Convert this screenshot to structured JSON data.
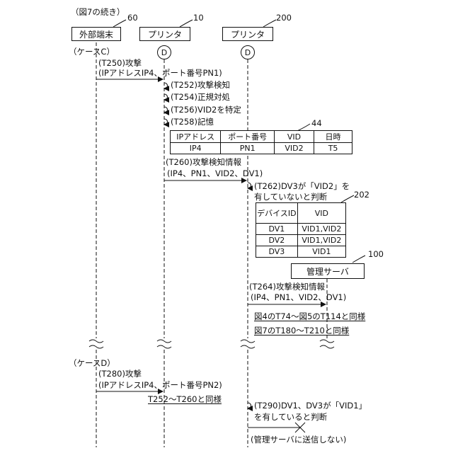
{
  "header": {
    "caption": "（図7の続き）"
  },
  "lifelines": [
    {
      "label": "外部端末",
      "ref": "60"
    },
    {
      "label": "プリンタ",
      "ref": "10",
      "marker": "D"
    },
    {
      "label": "プリンタ",
      "ref": "200",
      "marker": "D"
    }
  ],
  "case_c": {
    "label": "（ケースC）",
    "t250": "(T250)攻撃",
    "t250_params": "(IPアドレスIP4、ポート番号PN1)",
    "t252": "(T252)攻撃検知",
    "t254": "(T254)正規対処",
    "t256": "(T256)VID2を特定",
    "t258": "(T258)記憶",
    "table44": {
      "ref": "44",
      "headers": [
        "IPアドレス",
        "ポート番号",
        "VID",
        "日時"
      ],
      "row": [
        "IP4",
        "PN1",
        "VID2",
        "T5"
      ]
    },
    "t260": "(T260)攻撃検知情報",
    "t260_params": "(IP4、PN1、VID2、DV1)",
    "t262_line1": "(T262)DV3が「VID2」を",
    "t262_line2": "有していないと判断",
    "table202": {
      "ref": "202",
      "headers": [
        "デバイスID",
        "VID"
      ],
      "rows": [
        [
          "DV1",
          "VID1,VID2"
        ],
        [
          "DV2",
          "VID1,VID2"
        ],
        [
          "DV3",
          "VID1"
        ]
      ]
    },
    "server": {
      "label": "管理サーバ",
      "ref": "100"
    },
    "t264": "(T264)攻撃検知情報",
    "t264_params": "(IP4、PN1、VID2、DV1)",
    "note1": "図4のT74～図5のT114と同様",
    "note2": "図7のT180～T210と同様"
  },
  "case_d": {
    "label": "（ケースD）",
    "t280": "(T280)攻撃",
    "t280_params": "(IPアドレスIP4、ポート番号PN2)",
    "note": "T252～T260と同様",
    "t290_line1": "(T290)DV1、DV3が「VID1」",
    "t290_line2": "を有していると判断",
    "t292": "(管理サーバに送信しない)"
  }
}
